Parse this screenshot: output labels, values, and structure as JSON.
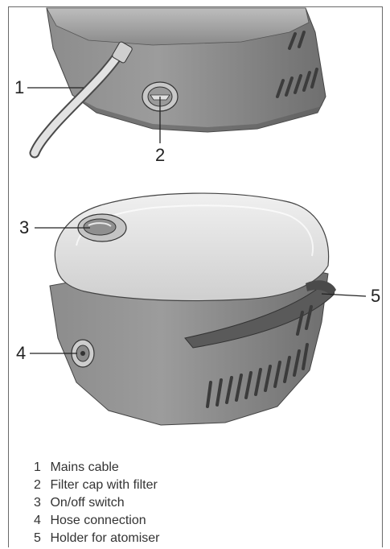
{
  "callouts": [
    "1",
    "2",
    "3",
    "4",
    "5"
  ],
  "legend": [
    {
      "num": "1",
      "label": "Mains cable"
    },
    {
      "num": "2",
      "label": "Filter cap with filter"
    },
    {
      "num": "3",
      "label": "On/off switch"
    },
    {
      "num": "4",
      "label": "Hose connection"
    },
    {
      "num": "5",
      "label": "Holder for atomiser"
    }
  ],
  "colors": {
    "housing_dark": "#7d7d7d",
    "housing_light": "#dcdcdc",
    "lid": "#e6e6e6",
    "line": "#333333"
  }
}
